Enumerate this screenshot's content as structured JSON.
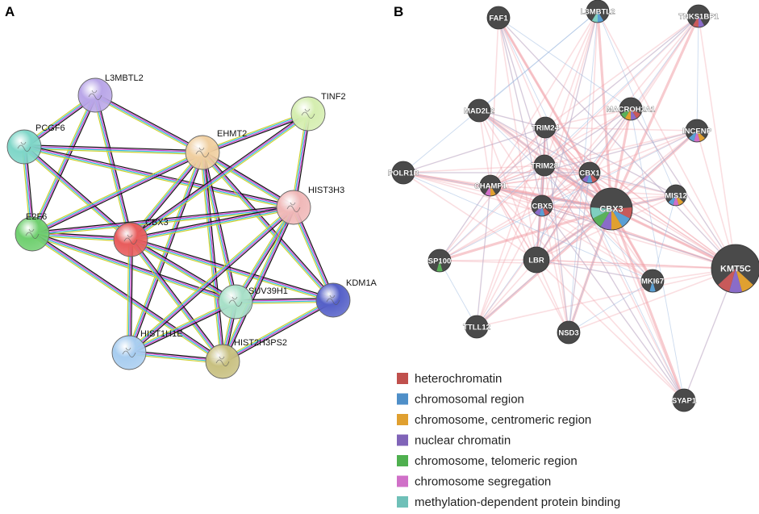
{
  "panels": {
    "a": "A",
    "b": "B"
  },
  "panel_a": {
    "nodes": [
      {
        "id": "L3MBTL2",
        "color": "#b9a6e8"
      },
      {
        "id": "PCGF6",
        "color": "#7fd6c8"
      },
      {
        "id": "EHMT2",
        "color": "#f0cfa0"
      },
      {
        "id": "TINF2",
        "color": "#d5eeb0"
      },
      {
        "id": "HIST3H3",
        "color": "#f0b8b8"
      },
      {
        "id": "E2F6",
        "color": "#6fcf6f"
      },
      {
        "id": "CBX3",
        "color": "#e85c5c"
      },
      {
        "id": "SUV39H1",
        "color": "#a8e0c8"
      },
      {
        "id": "KDM1A",
        "color": "#5560c8"
      },
      {
        "id": "HIST1H1E",
        "color": "#a8cdf0"
      },
      {
        "id": "HIST2H3PS2",
        "color": "#c8c080"
      }
    ],
    "edges": [
      [
        "L3MBTL2",
        "PCGF6"
      ],
      [
        "L3MBTL2",
        "E2F6"
      ],
      [
        "L3MBTL2",
        "EHMT2"
      ],
      [
        "L3MBTL2",
        "CBX3"
      ],
      [
        "PCGF6",
        "EHMT2"
      ],
      [
        "PCGF6",
        "E2F6"
      ],
      [
        "PCGF6",
        "CBX3"
      ],
      [
        "PCGF6",
        "HIST3H3"
      ],
      [
        "EHMT2",
        "E2F6"
      ],
      [
        "EHMT2",
        "CBX3"
      ],
      [
        "EHMT2",
        "HIST3H3"
      ],
      [
        "EHMT2",
        "SUV39H1"
      ],
      [
        "EHMT2",
        "HIST1H1E"
      ],
      [
        "EHMT2",
        "HIST2H3PS2"
      ],
      [
        "EHMT2",
        "KDM1A"
      ],
      [
        "TINF2",
        "EHMT2"
      ],
      [
        "TINF2",
        "HIST3H3"
      ],
      [
        "E2F6",
        "CBX3"
      ],
      [
        "E2F6",
        "HIST3H3"
      ],
      [
        "E2F6",
        "SUV39H1"
      ],
      [
        "E2F6",
        "HIST2H3PS2"
      ],
      [
        "CBX3",
        "HIST3H3"
      ],
      [
        "CBX3",
        "SUV39H1"
      ],
      [
        "CBX3",
        "HIST1H1E"
      ],
      [
        "CBX3",
        "HIST2H3PS2"
      ],
      [
        "CBX3",
        "KDM1A"
      ],
      [
        "HIST3H3",
        "SUV39H1"
      ],
      [
        "HIST3H3",
        "KDM1A"
      ],
      [
        "HIST3H3",
        "HIST1H1E"
      ],
      [
        "HIST3H3",
        "HIST2H3PS2"
      ],
      [
        "SUV39H1",
        "HIST1H1E"
      ],
      [
        "SUV39H1",
        "HIST2H3PS2"
      ],
      [
        "SUV39H1",
        "KDM1A"
      ],
      [
        "HIST1H1E",
        "HIST2H3PS2"
      ],
      [
        "KDM1A",
        "HIST2H3PS2"
      ],
      [
        "CBX3",
        "TINF2"
      ]
    ],
    "edge_colors": [
      "#111111",
      "#d040d0",
      "#30c0e0",
      "#d0d030"
    ]
  },
  "panel_b": {
    "nodes": [
      {
        "id": "FAF1",
        "slices": []
      },
      {
        "id": "L3MBTL2",
        "slices": [
          "#5a9fd4",
          "#7fcfc0"
        ]
      },
      {
        "id": "TNKS1BP1",
        "slices": [
          "#8a6cc8",
          "#c85a5a"
        ]
      },
      {
        "id": "MAD2L2",
        "slices": []
      },
      {
        "id": "MACROH2A1",
        "slices": [
          "#c85a5a",
          "#8a6cc8",
          "#e0a030",
          "#5ab05a"
        ]
      },
      {
        "id": "TRIM24",
        "slices": []
      },
      {
        "id": "INCENP",
        "slices": [
          "#e0a030",
          "#d070c8",
          "#5a9fd4"
        ]
      },
      {
        "id": "POLR1B",
        "slices": []
      },
      {
        "id": "TRIM28",
        "slices": []
      },
      {
        "id": "CBX1",
        "slices": [
          "#c85a5a",
          "#5a9fd4",
          "#8a6cc8"
        ]
      },
      {
        "id": "CHAMP1",
        "slices": [
          "#e0a030",
          "#d070c8"
        ]
      },
      {
        "id": "MIS12",
        "slices": [
          "#e0a030",
          "#d070c8",
          "#5a9fd4"
        ]
      },
      {
        "id": "CBX5",
        "slices": [
          "#c85a5a",
          "#5a9fd4",
          "#8a6cc8"
        ]
      },
      {
        "id": "CBX3",
        "slices": [
          "#c85a5a",
          "#5a9fd4",
          "#e0a030",
          "#8a6cc8",
          "#5ab05a",
          "#7fcfc0"
        ]
      },
      {
        "id": "SP100",
        "slices": [
          "#5ab05a"
        ]
      },
      {
        "id": "LBR",
        "slices": []
      },
      {
        "id": "KMT5C",
        "slices": [
          "#e0a030",
          "#8a6cc8",
          "#c85a5a"
        ]
      },
      {
        "id": "MKI67",
        "slices": [
          "#5a9fd4"
        ]
      },
      {
        "id": "TTLL12",
        "slices": []
      },
      {
        "id": "NSD3",
        "slices": []
      },
      {
        "id": "SYAP1",
        "slices": []
      }
    ]
  },
  "legend": [
    {
      "label": "heterochromatin",
      "color": "#c0504d"
    },
    {
      "label": "chromosomal region",
      "color": "#4f8fc8"
    },
    {
      "label": "chromosome, centromeric region",
      "color": "#e0a030"
    },
    {
      "label": "nuclear chromatin",
      "color": "#8064b8"
    },
    {
      "label": "chromosome, telomeric region",
      "color": "#4fb04f"
    },
    {
      "label": "chromosome segregation",
      "color": "#d070c8"
    },
    {
      "label": "methylation-dependent protein binding",
      "color": "#6fc0b8"
    }
  ]
}
